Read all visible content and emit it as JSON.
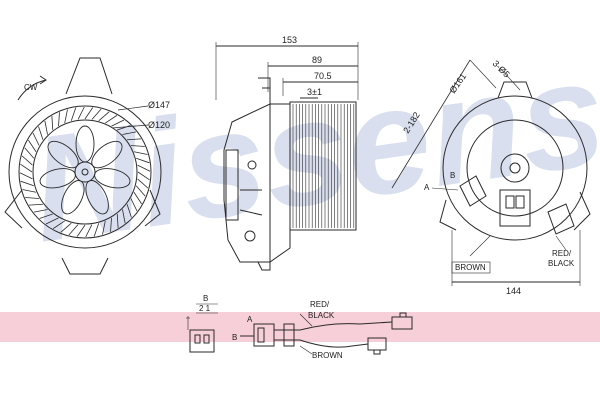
{
  "watermark": {
    "text": "Nissens",
    "color": "#aab8d9"
  },
  "band_color": "#f6cfd8",
  "line_color": "#2a2a2a",
  "left_view": {
    "rotation_label": "CW",
    "diameter_outer": "Ø147",
    "diameter_inner": "Ø120"
  },
  "side_view": {
    "dim_total": "153",
    "dim_89": "89",
    "dim_70": "70.5",
    "dim_3": "3±1"
  },
  "right_view": {
    "dim_bolt": "3-Ø5",
    "dim_161": "Ø161",
    "dim_182": "2-182",
    "dim_144": "144",
    "terminal_a": "A",
    "terminal_b": "B",
    "wire_brown": "BROWN",
    "wire_red_black_1": "RED/",
    "wire_red_black_2": "BLACK"
  },
  "connector": {
    "header_top": "B",
    "header_bottom": "2 1",
    "pin_a": "A",
    "pin_b": "B",
    "wire_red_1": "RED/",
    "wire_red_2": "BLACK",
    "wire_brown": "BROWN"
  }
}
